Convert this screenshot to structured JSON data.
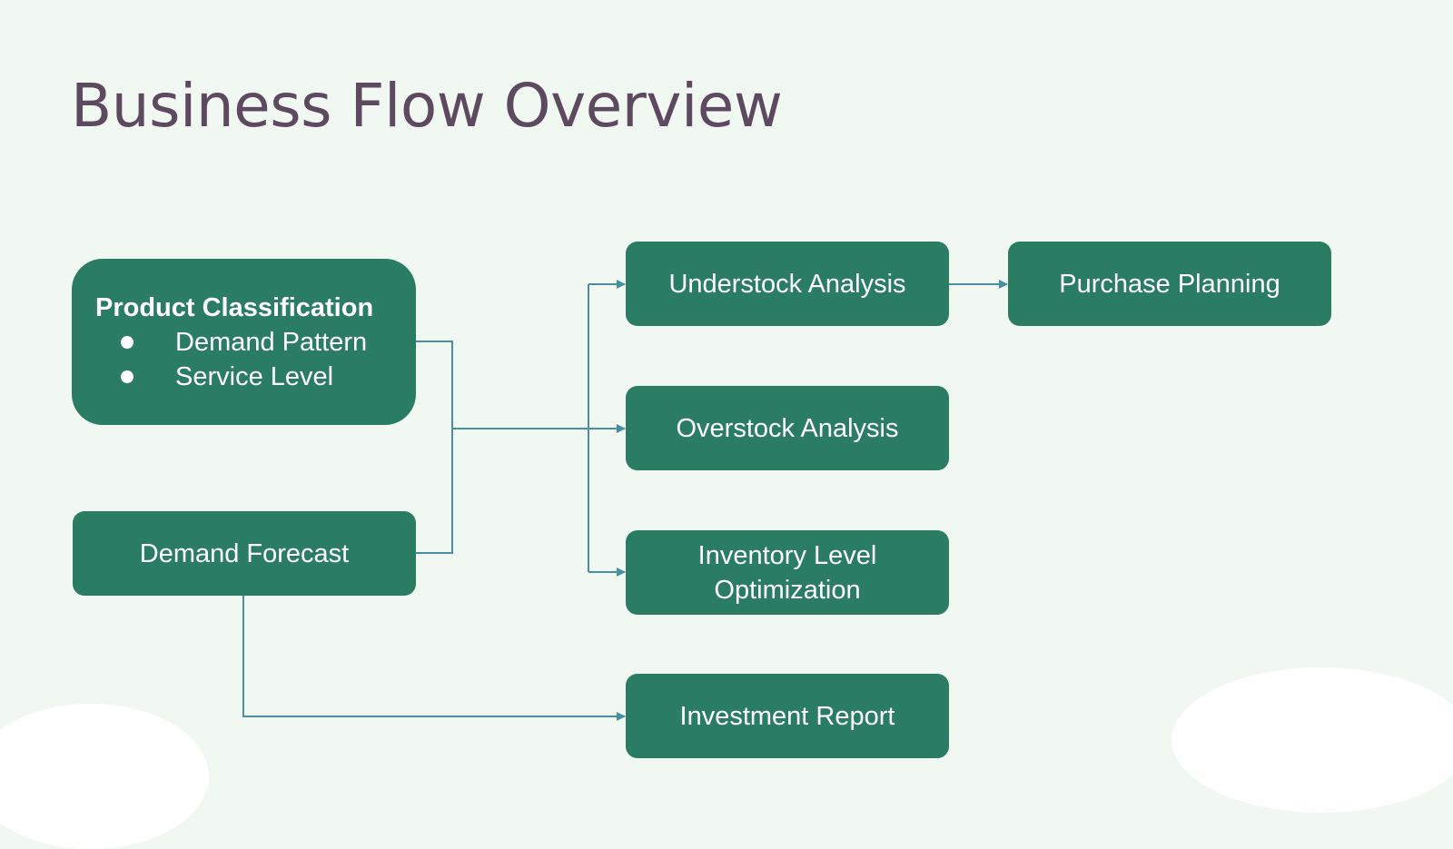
{
  "slide": {
    "title": "Business Flow Overview"
  },
  "colors": {
    "background": "#f1f8f1",
    "title": "#5e4a60",
    "box_fill": "#2a7d62",
    "box_text": "#ffffff",
    "connector": "#4a8fa0"
  },
  "nodes": {
    "product_classification": {
      "title": "Product Classification",
      "items": [
        "Demand Pattern",
        "Service Level"
      ]
    },
    "demand_forecast": {
      "label": "Demand Forecast"
    },
    "understock_analysis": {
      "label": "Understock Analysis"
    },
    "overstock_analysis": {
      "label": "Overstock Analysis"
    },
    "inventory_level_optimization": {
      "line1": "Inventory Level",
      "line2": "Optimization"
    },
    "investment_report": {
      "label": "Investment Report"
    },
    "purchase_planning": {
      "label": "Purchase Planning"
    }
  },
  "edges": [
    {
      "from": "Product Classification",
      "to": "Understock Analysis"
    },
    {
      "from": "Product Classification",
      "to": "Overstock Analysis"
    },
    {
      "from": "Product Classification",
      "to": "Inventory Level Optimization"
    },
    {
      "from": "Demand Forecast",
      "to": "Understock Analysis"
    },
    {
      "from": "Demand Forecast",
      "to": "Overstock Analysis"
    },
    {
      "from": "Demand Forecast",
      "to": "Inventory Level Optimization"
    },
    {
      "from": "Demand Forecast",
      "to": "Investment Report"
    },
    {
      "from": "Understock Analysis",
      "to": "Purchase Planning"
    }
  ]
}
